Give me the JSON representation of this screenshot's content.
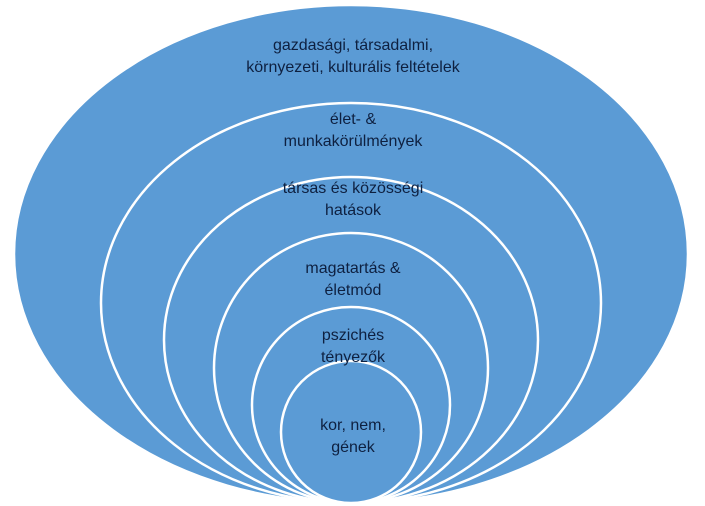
{
  "layers": [
    {
      "line1": "gazdasági, társadalmi,",
      "line2": "környezeti, kulturális feltételek"
    },
    {
      "line1": "élet-  &",
      "line2": "munkakörülmények"
    },
    {
      "line1": "társas és közösségi",
      "line2": "hatások"
    },
    {
      "line1": "magatartás &",
      "line2": "életmód"
    },
    {
      "line1": "pszichés",
      "line2": "tényezők"
    },
    {
      "line1": "kor, nem,",
      "line2": "gének"
    }
  ],
  "colors": {
    "fill": "#5b9bd5",
    "stroke": "#ffffff",
    "text": "#0e2040"
  }
}
